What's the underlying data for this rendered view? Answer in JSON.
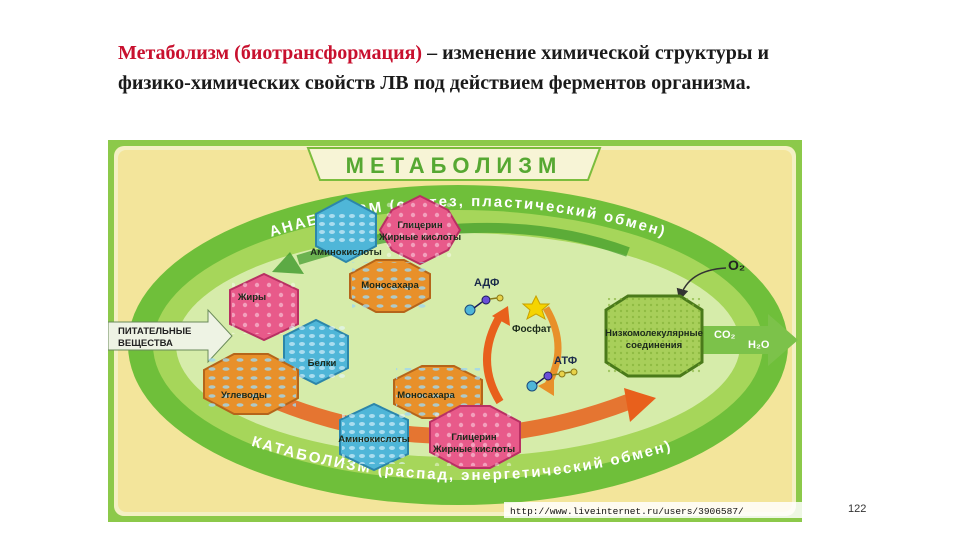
{
  "heading": {
    "term": "Метаболизм (биотрансформация)",
    "definition": " – изменение химической структуры и физико-химических свойств ЛВ под действием ферментов организма."
  },
  "diagram": {
    "title": "МЕТАБОЛИЗМ",
    "anabolism_label": "АНАБОЛИЗМ (синтез, пластический обмен)",
    "catabolism_label": "КАТАБОЛИЗМ (распад, энергетический обмен)",
    "nutrients_label": [
      "ПИТАТЕЛЬНЫЕ",
      "ВЕЩЕСТВА"
    ],
    "top_hexes": {
      "amino": "Аминокислоты",
      "glycerin": [
        "Глицерин",
        "Жирные кислоты"
      ],
      "mono": "Моносахара"
    },
    "left_hexes": {
      "fats": "Жиры",
      "proteins": "Белки",
      "carbs": "Углеводы"
    },
    "bottom_hexes": {
      "mono": "Моносахара",
      "amino": "Аминокислоты",
      "glycerin": [
        "Глицерин",
        "Жирные кислоты"
      ]
    },
    "adp": "АДФ",
    "atp": "АТФ",
    "phosphate": "Фосфат",
    "low_molecular": [
      "Низкомолекулярные",
      "соединения"
    ],
    "o2": "O₂",
    "co2": "CO₂",
    "h2o": "H₂O",
    "url": "http://www.liveinternet.ru/users/3906587/",
    "colors": {
      "outer_green": "#6fbf3a",
      "inner_ellipse": "#cfe89a",
      "arrow_orange": "#e8601c",
      "hex_pink": "#e85a8a",
      "hex_blue": "#4fb6d8",
      "hex_orange": "#e8902a",
      "hex_green": "#a8cf5a"
    }
  },
  "page_number": "122"
}
